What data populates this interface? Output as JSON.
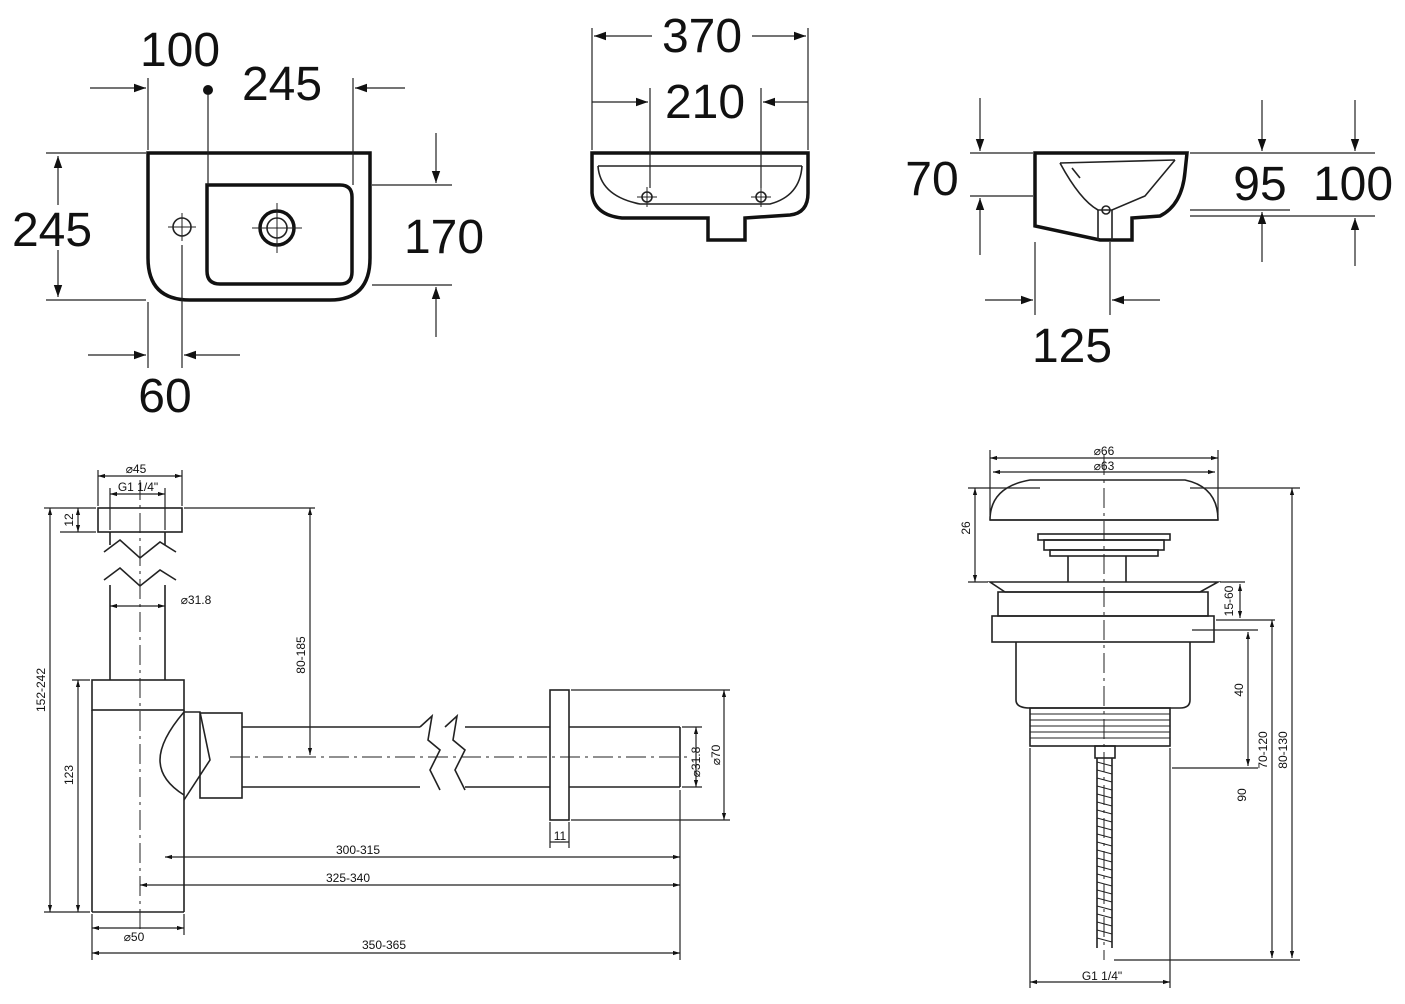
{
  "basin_top_view": {
    "dim_100": "100",
    "dim_245_top": "245",
    "dim_245_left": "245",
    "dim_170": "170",
    "dim_60": "60"
  },
  "basin_front_view": {
    "dim_370": "370",
    "dim_210": "210"
  },
  "basin_side_view": {
    "dim_70": "70",
    "dim_95": "95",
    "dim_100": "100",
    "dim_125": "125"
  },
  "siphon": {
    "d45": "⌀45",
    "g114": "G1 1/4\"",
    "h12": "12",
    "d318_vertical": "⌀31.8",
    "h80_185": "80-185",
    "h152_242": "152-242",
    "h123": "123",
    "d318_horizontal": "⌀31.8",
    "d70": "⌀70",
    "w11": "11",
    "l300_315": "300-315",
    "l325_340": "325-340",
    "d50": "⌀50",
    "l350_365": "350-365"
  },
  "drain_valve": {
    "d66": "⌀66",
    "d63": "⌀63",
    "h26": "26",
    "h15_60": "15-60",
    "h40": "40",
    "h90": "90",
    "h70_120": "70-120",
    "h80_130": "80-130",
    "g114": "G1 1/4\""
  }
}
